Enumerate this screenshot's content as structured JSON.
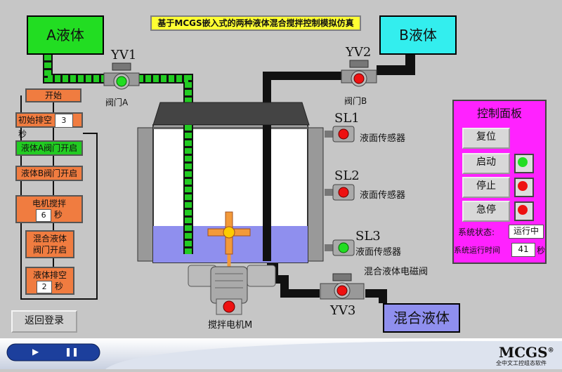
{
  "title": "基于MCGS嵌入式的两种液体混合搅拌控制模拟仿真",
  "tanks": {
    "a_label": "A液体",
    "b_label": "B液体",
    "mix_label": "混合液体"
  },
  "valves": {
    "yv1": {
      "tag": "YV1",
      "name": "阀门A"
    },
    "yv2": {
      "tag": "YV2",
      "name": "阀门B"
    },
    "yv3": {
      "tag": "YV3",
      "name": "混合液体电磁阀"
    }
  },
  "sensors": {
    "sl1": {
      "tag": "SL1",
      "name": "液面传感器"
    },
    "sl2": {
      "tag": "SL2",
      "name": "液面传感器"
    },
    "sl3": {
      "tag": "SL3",
      "name": "液面传感器"
    }
  },
  "motor_label": "搅拌电机M",
  "process": {
    "start": "开始",
    "drain_label": "初始排空",
    "drain_value": "3",
    "drain_unit": "秒",
    "step_a": "液体A阀门开启",
    "step_b": "液体B阀门开启",
    "stir_label": "电机搅拌",
    "stir_value": "6",
    "stir_unit": "秒",
    "mix_open_1": "混合液体",
    "mix_open_2": "阀门开启",
    "empty_label": "液体排空",
    "empty_value": "2",
    "empty_unit": "秒"
  },
  "back_button": "返回登录",
  "panel": {
    "title": "控制面板",
    "reset": "复位",
    "start": "启动",
    "stop": "停止",
    "estop": "急停",
    "status_label": "系统状态:",
    "status_value": "运行中",
    "time_label": "系统运行时间",
    "time_value": "41",
    "time_unit": "秒"
  },
  "brand": {
    "logo": "MCGS",
    "reg": "®",
    "tagline": "全中文工控组态软件"
  },
  "colors": {
    "on": "#22dd22",
    "off": "#ee1111",
    "pipe_a": "#22cc22",
    "pipe_b": "#111111",
    "liquid": "#8f8fee"
  }
}
